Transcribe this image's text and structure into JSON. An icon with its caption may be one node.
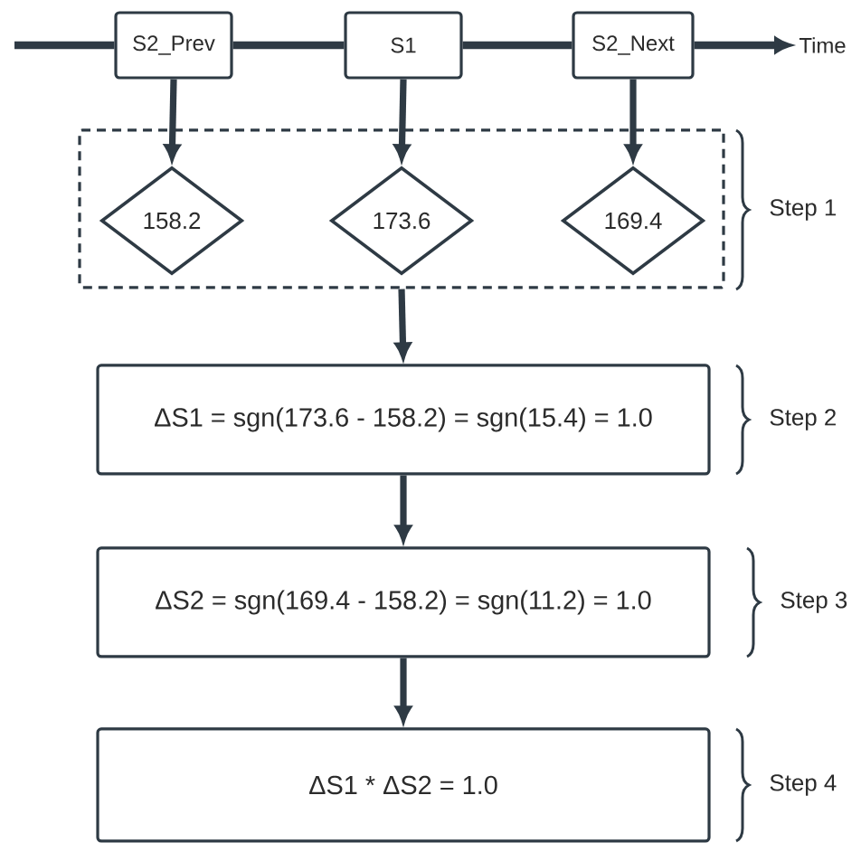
{
  "diagram": {
    "nodes": [
      {
        "text": [
          "S2_Prev"
        ]
      },
      {
        "text": [
          "S1"
        ]
      },
      {
        "text": [
          "S2_Next"
        ]
      },
      {
        "text": [
          "Time"
        ]
      },
      {
        "text": [],
        "shape": "box",
        "beside": [
          "Step 1"
        ]
      },
      {
        "text": [
          "158.2"
        ],
        "in": 4
      },
      {
        "text": [
          "173.6"
        ],
        "in": 4
      },
      {
        "text": [
          "169.4"
        ],
        "in": 4
      },
      {
        "text": [
          "ΔS1 = sgn(173.6 - 158.2) = sgn(15.4) = 1.0"
        ],
        "beside": [
          "Step 2"
        ]
      },
      {
        "text": [
          "ΔS2 = sgn(169.4 - 158.2) = sgn(11.2) = 1.0"
        ],
        "beside": [
          "Step 3"
        ]
      },
      {
        "text": [
          "ΔS1 * ΔS2 = 1.0"
        ],
        "beside": [
          "Step 4"
        ]
      }
    ],
    "edges": [
      {
        "from": null,
        "to": 0,
        "arrow": "none"
      },
      {
        "from": 0,
        "to": 1,
        "arrow": "none"
      },
      {
        "from": 1,
        "to": 2,
        "arrow": "none"
      },
      {
        "from": 2,
        "to": 3,
        "arrow": "to"
      },
      {
        "from": 0,
        "to": 5,
        "arrow": "to"
      },
      {
        "from": 1,
        "to": 6,
        "arrow": "to"
      },
      {
        "from": 2,
        "to": 7,
        "arrow": "to"
      },
      {
        "from": 4,
        "to": 8,
        "arrow": "to"
      },
      {
        "from": 8,
        "to": 9,
        "arrow": "to"
      },
      {
        "from": 9,
        "to": 10,
        "arrow": "to"
      }
    ]
  }
}
